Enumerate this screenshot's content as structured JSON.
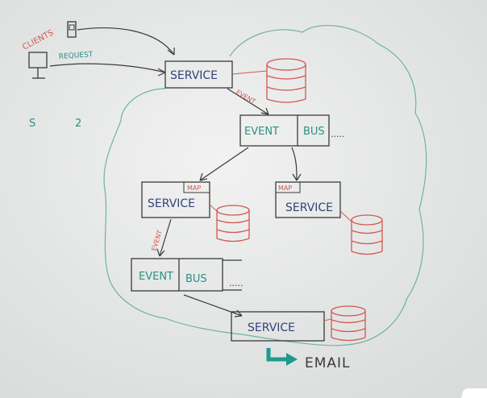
{
  "labels": {
    "clients": "CLIENTS",
    "request": "REQUEST",
    "note_s": "S",
    "note_2": "2",
    "event_1": "EVENT",
    "event_2": "EVENT",
    "map_1": "MAP",
    "map_2": "MAP",
    "email": "EMAIL"
  },
  "services": {
    "top": "SERVICE",
    "left": "SERVICE",
    "right": "SERVICE",
    "bottom": "SERVICE"
  },
  "event_bus_1": {
    "event": "EVENT",
    "bus": "BUS",
    "dots": "....."
  },
  "event_bus_2": {
    "event": "EVENT",
    "bus": "BUS",
    "dots": "....."
  },
  "colors": {
    "board": "#e9ebea",
    "boundary": "#6fb3a0",
    "blue_text": "#34427a",
    "teal_text": "#2c8f86",
    "red": "#d2574f",
    "dark_line": "#3a3a3a",
    "email_arrow": "#1e9a8c"
  }
}
